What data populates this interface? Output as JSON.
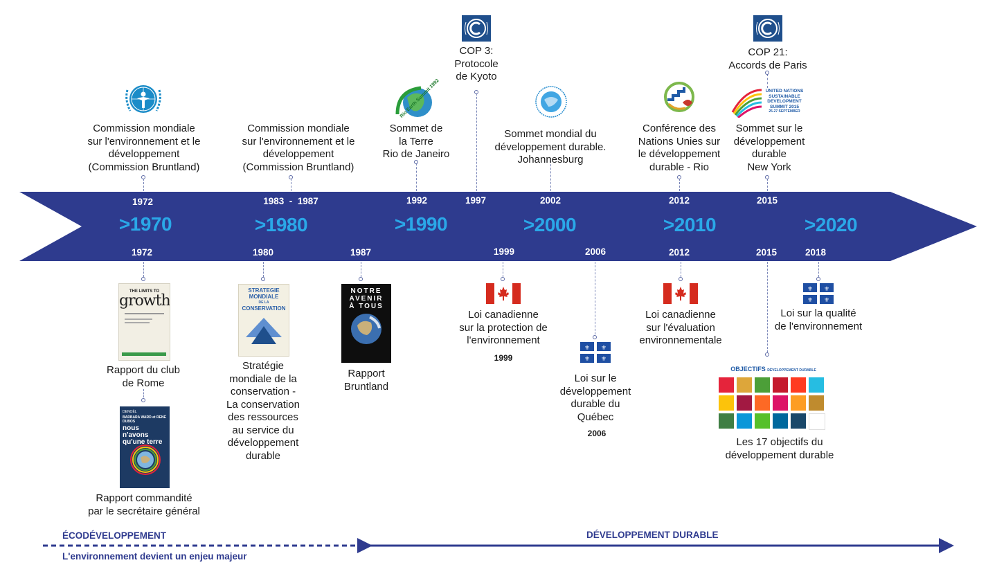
{
  "colors": {
    "arrow": "#2e3b8e",
    "decade": "#2aa8e8",
    "bottom": "#2f3b8f"
  },
  "decades": [
    ">1970",
    ">1980",
    ">1990",
    ">2000",
    ">2010",
    ">2020"
  ],
  "years_top": [
    "1972",
    "1983  -  1987",
    "1992",
    "1997",
    "2002",
    "2012",
    "2015"
  ],
  "years_bottom": [
    "1972",
    "1980",
    "1987",
    "1999",
    "2006",
    "2012",
    "2015",
    "2018"
  ],
  "top_events": [
    {
      "label": "Commission mondiale\nsur l'environnement et le\ndéveloppement\n(Commission Bruntland)",
      "logo": "un-environment-logo"
    },
    {
      "label": "Commission mondiale\nsur l'environnement et le\ndéveloppement\n(Commission Bruntland)"
    },
    {
      "label": "Sommet de\nla Terre\nRio de Janeiro",
      "logo": "rio-earth-summit-logo",
      "logo_text": "Rio Earth Summit 1992"
    },
    {
      "label": "COP 3:\nProtocole\nde Kyoto",
      "logo": "unfccc-logo"
    },
    {
      "label": "Sommet mondial du\ndéveloppement durable.\nJohannesburg",
      "logo": "wssd-logo"
    },
    {
      "label": "Conférence des\nNations Unies sur\nle développement\ndurable - Rio",
      "logo": "rio20-logo"
    },
    {
      "label": "COP 21:\nAccords de Paris",
      "logo": "unfccc-logo"
    },
    {
      "label": "Sommet sur le\ndéveloppement\ndurable\nNew York",
      "logo": "un-sd-summit-logo",
      "logo_text": [
        "UNITED NATIONS",
        "SUSTAINABLE",
        "DEVELOPMENT",
        "SUMMIT 2015",
        "25-27 SEPTEMBER"
      ]
    }
  ],
  "bottom_events": [
    {
      "label": "Rapport du club\nde Rome",
      "image": "limits-to-growth-book",
      "image_text": [
        "THE LIMITS TO",
        "growth"
      ]
    },
    {
      "label": "Rapport commandité\npar le secrétaire général",
      "image": "nous-navons-quune-terre-book",
      "image_text": [
        "DENOËL",
        "BARBARA WARD et RENÉ DUBOS",
        "nous n'avons qu'une terre"
      ]
    },
    {
      "label": "Stratégie\nmondiale de la\nconservation -\nLa conservation\ndes ressources\nau service du\ndéveloppement\ndurable",
      "image": "strategie-mondiale-book",
      "image_text": [
        "STRATEGIE",
        "MONDIALE",
        "DE LA",
        "CONSERVATION"
      ]
    },
    {
      "label": "Rapport\nBruntland",
      "image": "notre-avenir-a-tous-book",
      "image_text": [
        "NOTRE",
        "AVENIR",
        "À TOUS"
      ]
    },
    {
      "label": "Loi canadienne\nsur la protection de\nl'environnement",
      "image": "canada-flag",
      "year": "1999"
    },
    {
      "label": "Loi sur le\ndéveloppement\ndurable du\nQuébec",
      "image": "quebec-flag",
      "year": "2006"
    },
    {
      "label": "Loi canadienne\nsur l'évaluation\nenvironnementale",
      "image": "canada-flag"
    },
    {
      "label": "Les 17 objectifs du\ndéveloppement durable",
      "image": "sdg-grid",
      "image_text": [
        "OBJECTIFS",
        "DÉVELOPPEMENT DURABLE"
      ]
    },
    {
      "label": "Loi sur la qualité\nde l'environnement",
      "image": "quebec-flag"
    }
  ],
  "eras": {
    "left_title": "ÉCODÉVELOPPEMENT",
    "left_subtitle": "L'environnement devient un enjeu majeur",
    "right_title": "DÉVELOPPEMENT DURABLE"
  },
  "sdg_colors": [
    "#e5243b",
    "#dda63a",
    "#4c9f38",
    "#c5192d",
    "#ff3a21",
    "#26bde2",
    "#fcc30b",
    "#a21942",
    "#fd6925",
    "#dd1367",
    "#fd9d24",
    "#bf8b2e",
    "#3f7e44",
    "#0a97d9",
    "#56c02b",
    "#00689d",
    "#19486a",
    "#ffffff"
  ]
}
